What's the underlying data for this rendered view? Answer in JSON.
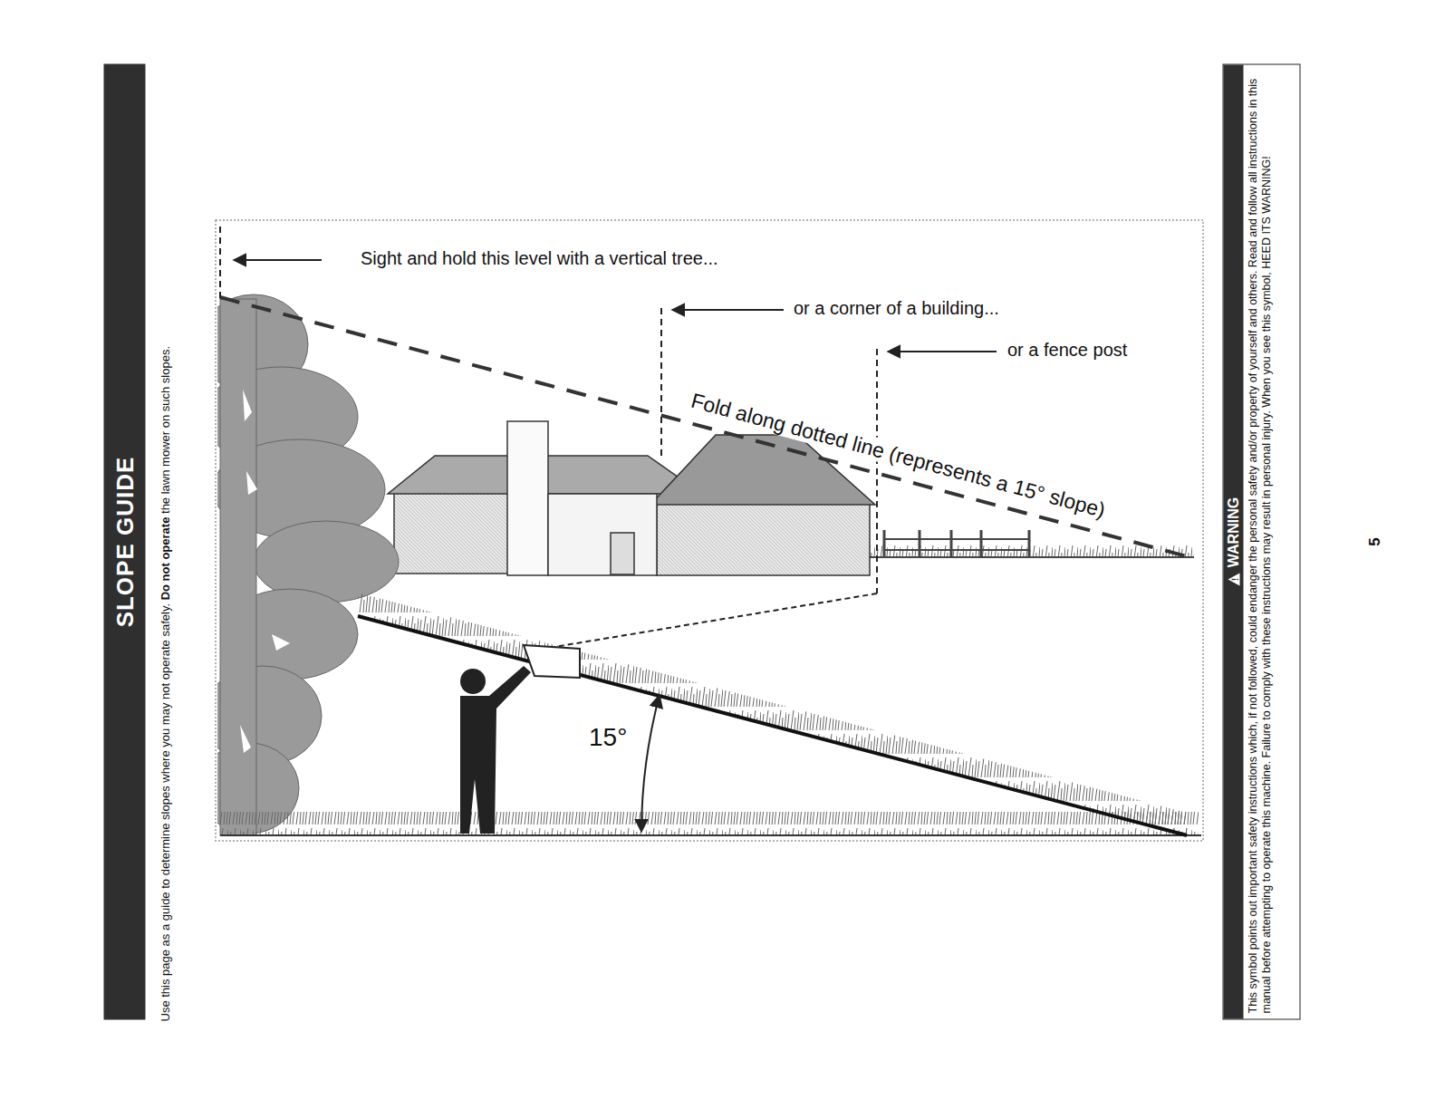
{
  "diagram": {
    "title": "SLOPE GUIDE",
    "nodes": [
      {
        "text": [
          "WARNING",
          "This symbol points out important safety instructions which, if not followed, could endanger the personal safety and/or property of yourself and others. Read and follow all instructions in this manual before attempting to operate this machine. Failure to comply with these instructions may result in personal injury. When you see this symbol, HEED ITS WARNING!"
        ]
      }
    ],
    "labels": [
      "Use this page as a guide to determine slopes where you may not operate safely.",
      "Do not operate",
      "the lawn mower on such slopes.",
      "Sight and hold this level with a vertical tree...",
      "or a corner of a building...",
      "or a fence post",
      "Fold along dotted line (represents a 15° slope)",
      "15°",
      "5"
    ]
  }
}
